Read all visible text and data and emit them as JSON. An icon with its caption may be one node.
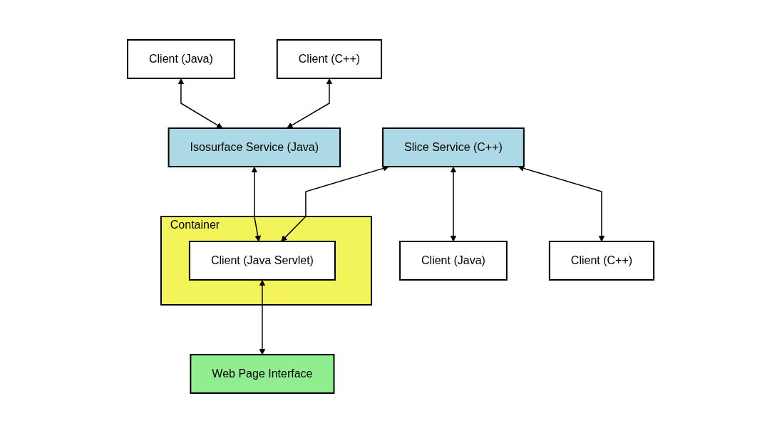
{
  "diagram": {
    "nodes": [
      {
        "text": [
          "Client (Java)"
        ]
      },
      {
        "text": [
          "Client (C++)"
        ]
      },
      {
        "text": [
          "Isosurface Service (Java)"
        ]
      },
      {
        "text": [
          "Slice Service (C++)"
        ]
      },
      {
        "text": [
          "Client (Java)"
        ]
      },
      {
        "text": [
          "Client (C++)"
        ]
      },
      {
        "text": [
          "Container"
        ]
      },
      {
        "text": [
          "Client (Java Servlet)"
        ],
        "in": 6
      },
      {
        "text": [
          "Web Page Interface"
        ]
      }
    ],
    "edges": [
      {
        "from": 0,
        "to": 2,
        "arrow": "both"
      },
      {
        "from": 1,
        "to": 2,
        "arrow": "both"
      },
      {
        "from": 3,
        "to": 4,
        "arrow": "both"
      },
      {
        "from": 3,
        "to": 5,
        "arrow": "both"
      },
      {
        "from": 2,
        "to": 7,
        "arrow": "both"
      },
      {
        "from": 3,
        "to": 7,
        "arrow": "both"
      },
      {
        "from": 7,
        "to": 8,
        "arrow": "both"
      }
    ]
  }
}
